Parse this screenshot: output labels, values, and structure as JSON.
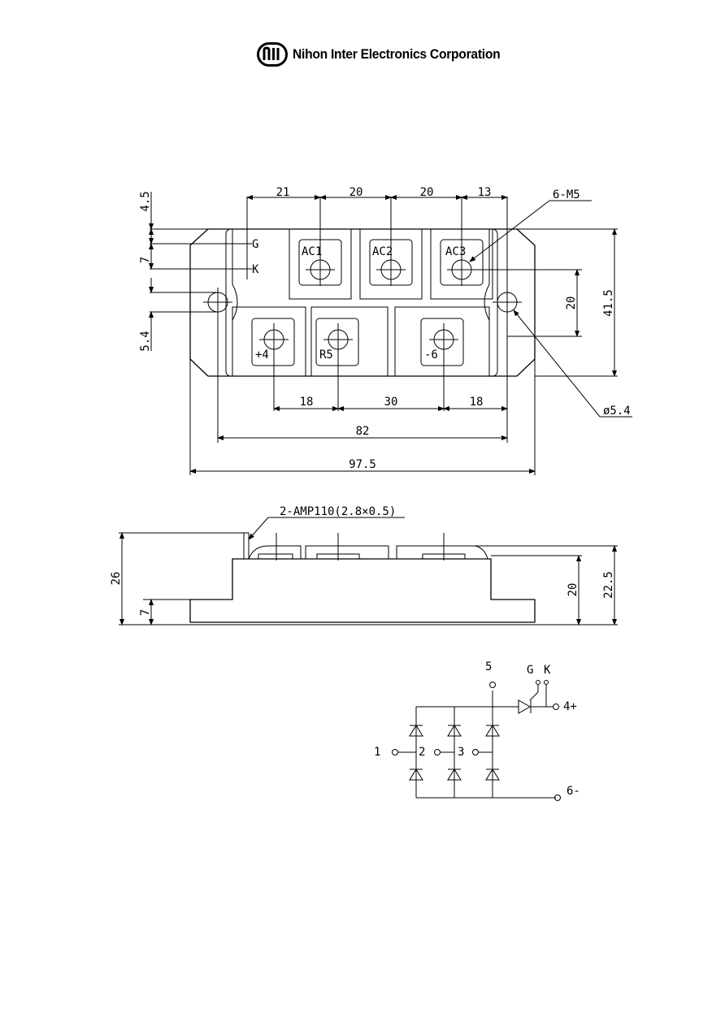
{
  "header": {
    "company": "Nihon Inter Electronics Corporation",
    "logo_icon": "nie-logo-icon"
  },
  "top_view": {
    "dims_top": [
      "21",
      "20",
      "20",
      "13"
    ],
    "dims_left": [
      "4.5",
      "7",
      "5.4"
    ],
    "dims_right": [
      "20",
      "41.5"
    ],
    "dims_bottom": [
      "18",
      "30",
      "18"
    ],
    "dim_82": "82",
    "dim_97_5": "97.5",
    "screw_callout": "6-M5",
    "hole_callout": "ø5.4",
    "terminals": {
      "g": "G",
      "k": "K",
      "ac1": "AC1",
      "ac2": "AC2",
      "ac3": "AC3",
      "plus4": "+4",
      "r5": "R5",
      "minus6": "-6"
    }
  },
  "side_view": {
    "callout": "2-AMP110(2.8×0.5)",
    "dim_26": "26",
    "dim_7": "7",
    "dim_20": "20",
    "dim_22_5": "22.5"
  },
  "schematic": {
    "n1": "1",
    "n2": "2",
    "n3": "3",
    "n5": "5",
    "n6": "6-",
    "n4": "4+",
    "g": "G",
    "k": "K"
  }
}
